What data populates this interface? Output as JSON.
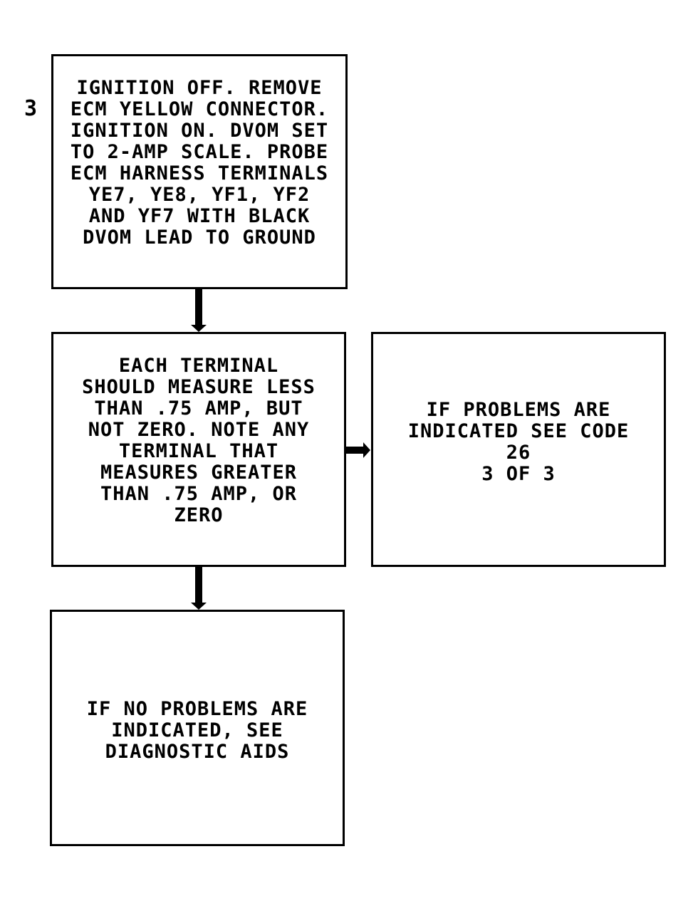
{
  "step_number": "3",
  "boxes": {
    "step3": "IGNITION OFF. REMOVE\nECM YELLOW CONNECTOR.\nIGNITION ON. DVOM SET\nTO 2-AMP SCALE. PROBE\nECM HARNESS TERMINALS\nYE7, YE8, YF1, YF2\nAND YF7 WITH BLACK\nDVOM LEAD TO GROUND",
    "measure": "EACH TERMINAL\nSHOULD MEASURE LESS\nTHAN .75 AMP, BUT\nNOT ZERO. NOTE ANY\nTERMINAL THAT\nMEASURES GREATER\nTHAN .75 AMP, OR\nZERO",
    "problems": "IF PROBLEMS ARE\nINDICATED SEE CODE\n26\n3 OF 3",
    "no_problems": "IF NO PROBLEMS ARE\nINDICATED, SEE\nDIAGNOSTIC AIDS"
  }
}
